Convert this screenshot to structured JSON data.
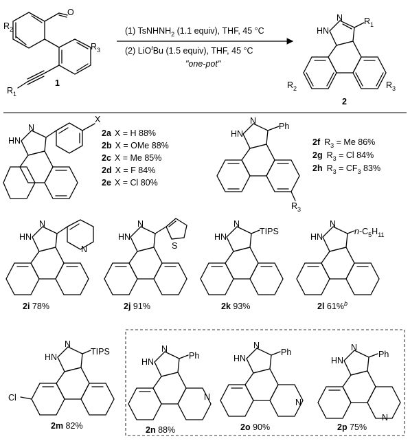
{
  "reaction": {
    "starting_material": {
      "number": "1",
      "substituents": {
        "r2": "R",
        "r2_sub": "2",
        "r3": "R",
        "r3_sub": "3",
        "r1": "R",
        "r1_sub": "1"
      }
    },
    "conditions": {
      "step1": "(1) TsNHNH",
      "step1_sub": "2",
      "step1_tail": " (1.1 equiv), THF, 45 °C",
      "step2_head": "(2) LiO",
      "step2_t": "t",
      "step2_tail": "Bu (1.5 equiv), THF, 45 °C",
      "one_pot": "\"one-pot\""
    },
    "product": {
      "number": "2",
      "substituents": {
        "r1": "R",
        "r1_sub": "1",
        "r2": "R",
        "r2_sub": "2",
        "r3": "R",
        "r3_sub": "3"
      }
    }
  },
  "atoms": {
    "hn": "HN",
    "n": "N",
    "x": "X",
    "ph": "Ph",
    "tips": "TIPS",
    "s": "S",
    "cl": "Cl",
    "h": "H",
    "o": "O",
    "nc5": "n",
    "c5_head": "-C",
    "c5_sub": "5",
    "c5_mid": "H",
    "c5_sub2": "11",
    "r3": "R",
    "r3_sub": "3"
  },
  "group_a": [
    {
      "id": "2a",
      "label": "X = H  88%"
    },
    {
      "id": "2b",
      "label": "X = OMe  88%"
    },
    {
      "id": "2c",
      "label": "X = Me  85%"
    },
    {
      "id": "2d",
      "label": "X = F  84%"
    },
    {
      "id": "2e",
      "label": "X = Cl  80%"
    }
  ],
  "group_f": [
    {
      "id": "2f",
      "r": "R",
      "r_sub": "3",
      "label": " = Me  86%"
    },
    {
      "id": "2g",
      "r": "R",
      "r_sub": "3",
      "label": " = Cl  84%"
    },
    {
      "id": "2h",
      "r": "R",
      "r_sub": "3",
      "label_head": " = CF",
      "cf_sub": "3",
      "label_tail": "  83%"
    }
  ],
  "row2": [
    {
      "id": "2i",
      "yield": " 78%"
    },
    {
      "id": "2j",
      "yield": " 91%"
    },
    {
      "id": "2k",
      "yield": " 93%"
    },
    {
      "id": "2l",
      "yield": " 61%",
      "note": "b"
    }
  ],
  "row3": [
    {
      "id": "2m",
      "yield": " 82%"
    },
    {
      "id": "2n",
      "yield": " 88%"
    },
    {
      "id": "2o",
      "yield": " 90%"
    },
    {
      "id": "2p",
      "yield": " 75%"
    }
  ]
}
